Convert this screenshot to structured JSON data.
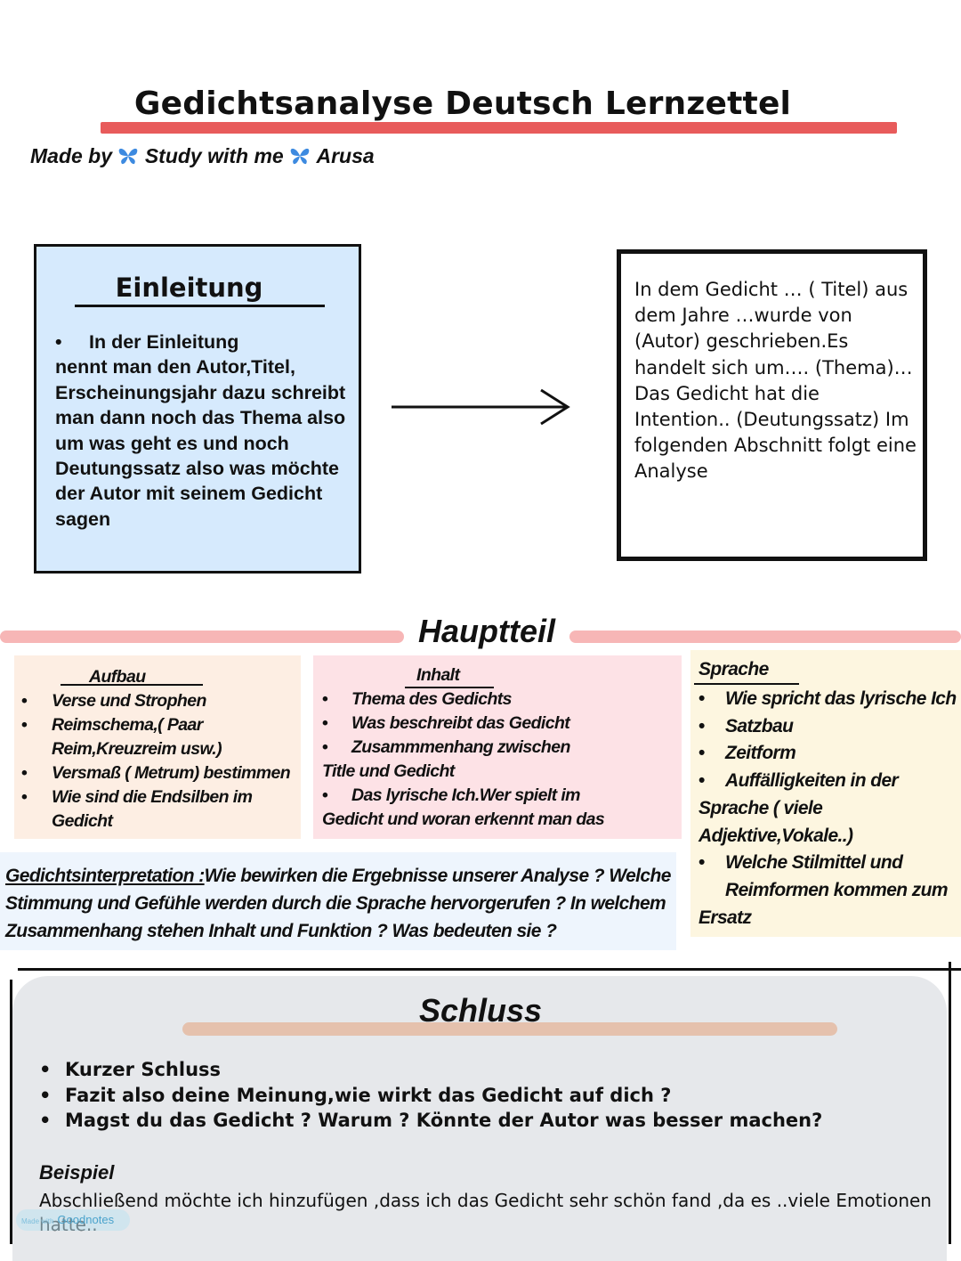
{
  "title": "Gedichtsanalyse Deutsch Lernzettel",
  "credit": {
    "prefix": "Made by",
    "middle": "Study with me",
    "author": "Arusa",
    "icon": "butterfly-icon"
  },
  "einleitung": {
    "heading": "Einleitung",
    "bullet": "•",
    "first_line": "In der Einleitung",
    "rest": "nennt man den Autor,Titel, Erscheinungsjahr dazu schreibt man dann noch das Thema also um was geht es und noch Deutungssatz also was möchte der Autor mit seinem Gedicht sagen"
  },
  "example_box": {
    "text": "In  dem Gedicht … ( Titel) aus dem Jahre …wurde von (Autor) geschrieben.Es handelt sich um…. (Thema)… Das Gedicht hat die Intention.. (Deutungssatz) Im folgenden Abschnitt folgt eine Analyse"
  },
  "hauptteil": {
    "heading": "Hauptteil",
    "aufbau": {
      "heading": "Aufbau",
      "items": [
        "Verse und Strophen",
        "Reimschema,( Paar Reim,Kreuzreim usw.)",
        "Versmaß ( Metrum) bestimmen",
        "Wie sind die Endsilben im Gedicht"
      ]
    },
    "inhalt": {
      "heading": "Inhalt",
      "items": [
        "Thema des Gedichts",
        "Was beschreibt das Gedicht",
        "Zusammmenhang zwischen"
      ],
      "item3_cont": "Title und Gedicht",
      "item4": "Das lyrische Ich.Wer spielt im",
      "item4_cont": "Gedicht und woran erkennt man das"
    },
    "sprache": {
      "heading": "Sprache",
      "items": [
        "Wie spricht das lyrische Ich",
        "Satzbau",
        "Zeitform",
        "Auffälligkeiten in der"
      ],
      "item4_cont": "Sprache ( viele Adjektive,Vokale..)",
      "item5": "Welche Stilmittel und Reimformen kommen zum",
      "item5_cont": "Ersatz"
    },
    "interpretation": {
      "label": "Gedichtsinterpretation :",
      "text": "Wie bewirken die Ergebnisse unserer Analyse ? Welche Stimmung und Gefühle werden durch die Sprache hervorgerufen ? In welchem Zusammenhang stehen Inhalt und Funktion ? Was bedeuten sie ?"
    }
  },
  "schluss": {
    "heading": "Schluss",
    "items": [
      "Kurzer Schluss",
      "Fazit also deine Meinung,wie wirkt das Gedicht auf dich ?",
      "Magst du das Gedicht ? Warum ? Könnte der Autor was besser machen?"
    ],
    "example_heading": "Beispiel",
    "example_text": "Abschließend möchte ich hinzufügen ,dass ich das Gedicht sehr schön fand ,da es ..viele Emotionen hatte.."
  },
  "watermark": {
    "small": "Made with",
    "brand": "Goodnotes"
  },
  "colors": {
    "title_bar": "#e85b5b",
    "einleitung_bg": "#d6eafd",
    "hauptteil_bar": "#f7b6b6",
    "aufbau_bg": "#fdeee3",
    "inhalt_bg": "#fde2e6",
    "sprache_bg": "#fdf6e0",
    "interpretation_bg": "#eef5fd",
    "schluss_bg": "#e6e8eb",
    "schluss_bar": "#e5c1ad"
  }
}
